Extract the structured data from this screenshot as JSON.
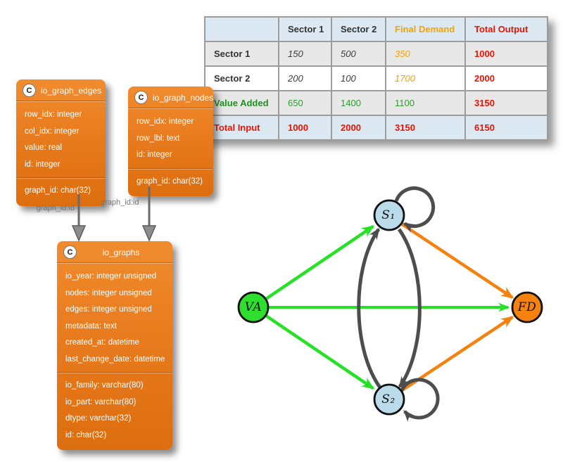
{
  "table": {
    "headers": [
      "",
      "Sector 1",
      "Sector 2",
      "Final Demand",
      "Total Output"
    ],
    "rows": [
      {
        "label": "Sector 1",
        "values": [
          "150",
          "500",
          "350",
          "1000"
        ]
      },
      {
        "label": "Sector 2",
        "values": [
          "200",
          "100",
          "1700",
          "2000"
        ]
      },
      {
        "label": "Value Added",
        "values": [
          "650",
          "1400",
          "1100",
          "3150"
        ]
      },
      {
        "label": "Total Input",
        "values": [
          "1000",
          "2000",
          "3150",
          "6150"
        ]
      }
    ]
  },
  "er_diagram": {
    "badge": "C",
    "tables": [
      {
        "name": "io_graph_edges",
        "fields": [
          "row_idx: integer",
          "col_idx: integer",
          "value: real",
          "id: integer"
        ],
        "keys": [
          "graph_id: char(32)"
        ]
      },
      {
        "name": "io_graph_nodes",
        "fields": [
          "row_idx: integer",
          "row_lbl: text",
          "id: integer"
        ],
        "keys": [
          "graph_id: char(32)"
        ]
      },
      {
        "name": "io_graphs",
        "fields": [
          "io_year: integer unsigned",
          "nodes: integer unsigned",
          "edges: integer unsigned",
          "metadata: text",
          "created_at: datetime",
          "last_change_date: datetime"
        ],
        "keys": [
          "io_family: varchar(80)",
          "io_part: varchar(80)",
          "dtype: varchar(32)",
          "id: char(32)"
        ]
      }
    ],
    "relations": [
      {
        "label": "graph_id:id",
        "from": "io_graph_edges",
        "to": "io_graphs"
      },
      {
        "label": "graph_id:id",
        "from": "io_graph_nodes",
        "to": "io_graphs"
      }
    ]
  },
  "graph": {
    "nodes": [
      {
        "id": "va",
        "label": "VA",
        "color": "#2fdf2f"
      },
      {
        "id": "s1",
        "label": "S₁",
        "color": "#b9dbea"
      },
      {
        "id": "s2",
        "label": "S₂",
        "color": "#b9dbea"
      },
      {
        "id": "fd",
        "label": "FD",
        "color": "#f5820f"
      }
    ],
    "edges": [
      "VA→S1",
      "VA→S2",
      "VA→FD",
      "S1→FD",
      "S2→FD",
      "S2→S1",
      "S1→S2",
      "S1→S1",
      "S2→S2"
    ]
  },
  "colors": {
    "entity_orange": "#e87b1d",
    "edge_green": "#24e224",
    "edge_orange": "#f5820f",
    "edge_gray": "#4d4d4d",
    "header_blue": "#dce9f2",
    "final_demand_orange": "#f0a30a",
    "total_red": "#ee1100",
    "value_added_green": "#2c9b2c"
  }
}
